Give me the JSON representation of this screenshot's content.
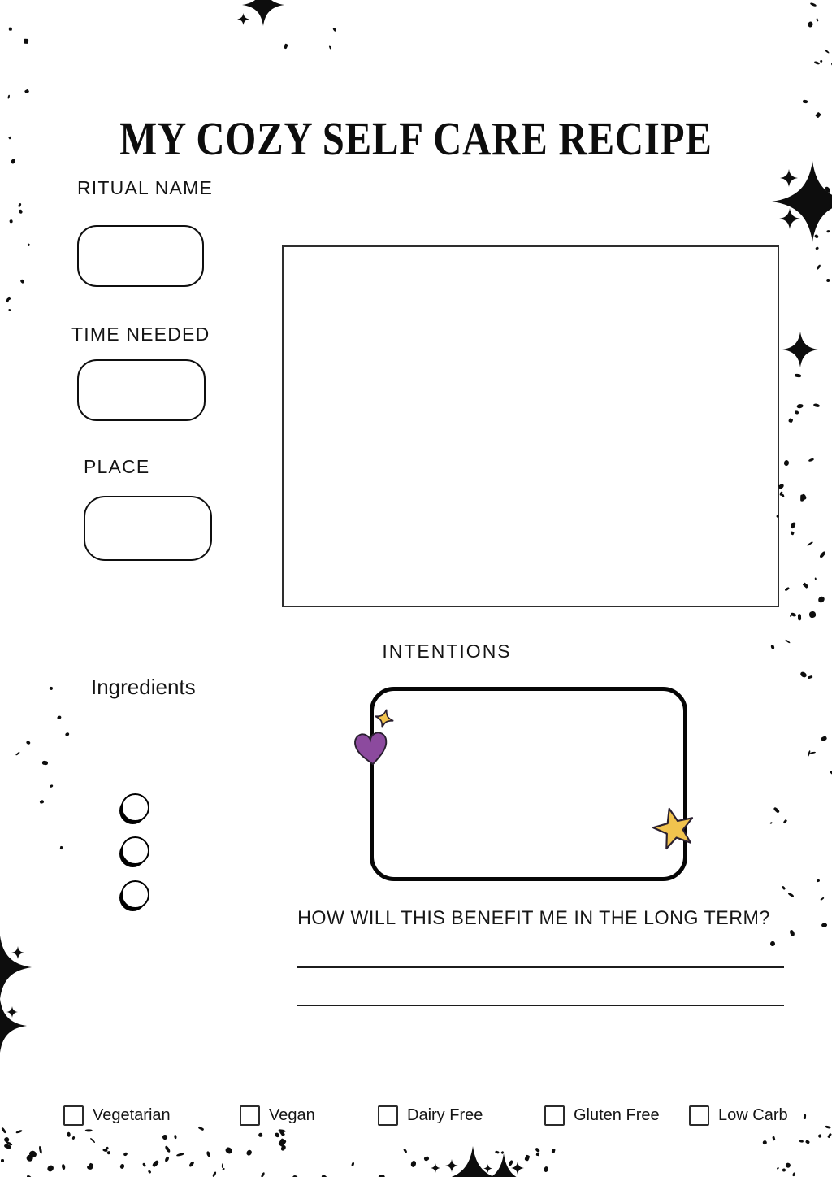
{
  "title": "MY COZY SELF CARE RECIPE",
  "form": {
    "ritual_name_label": "RITUAL NAME",
    "time_needed_label": "TIME NEEDED",
    "place_label": "PLACE",
    "intentions_label": "INTENTIONS",
    "ingredients_label": "Ingredients",
    "ingredient_slots": 3,
    "benefit_question": "HOW WILL THIS BENEFIT ME IN THE LONG TERM?",
    "answer_lines": 2
  },
  "dietary_options": [
    {
      "label": "Vegetarian",
      "checked": false
    },
    {
      "label": "Vegan",
      "checked": false
    },
    {
      "label": "Dairy Free",
      "checked": false
    },
    {
      "label": "Gluten Free",
      "checked": false
    },
    {
      "label": "Low Carb",
      "checked": false
    }
  ],
  "colors": {
    "ink": "#0d0d0d",
    "star_yellow": "#F1C34E",
    "heart_purple": "#8C4A9E",
    "outline_dark": "#2a2030"
  }
}
